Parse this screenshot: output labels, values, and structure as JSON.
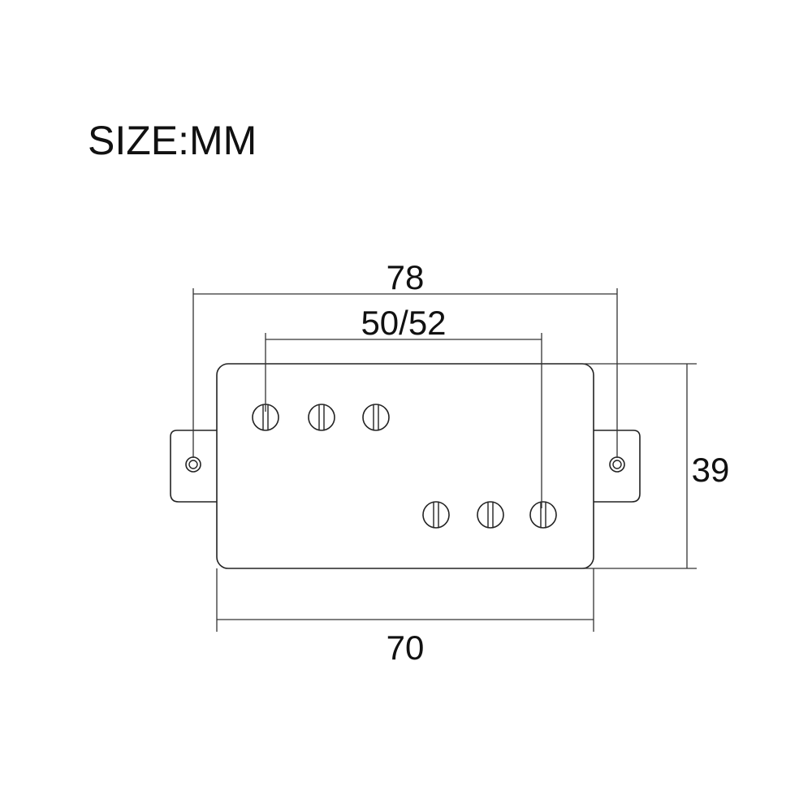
{
  "title": "SIZE:MM",
  "dimensions": {
    "overall_width": "78",
    "pole_spacing": "50/52",
    "height": "39",
    "cover_width": "70"
  },
  "colors": {
    "line": "#222222",
    "text": "#111111",
    "background": "#ffffff"
  }
}
